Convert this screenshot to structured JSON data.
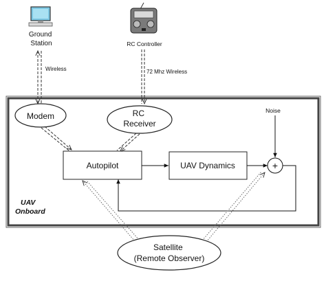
{
  "nodes": {
    "ground_station": "Ground\nStation",
    "rc_controller": "RC Controller",
    "modem": "Modem",
    "rc_receiver": "RC\nReceiver",
    "autopilot": "Autopilot",
    "uav_dynamics": "UAV Dynamics",
    "noise": "Noise",
    "sum": "+",
    "uav_onboard": "UAV\nOnboard",
    "satellite": "Satellite\n(Remote Observer)"
  },
  "links": {
    "wireless": "Wireless",
    "rc_wireless": "72 Mhz Wireless"
  }
}
